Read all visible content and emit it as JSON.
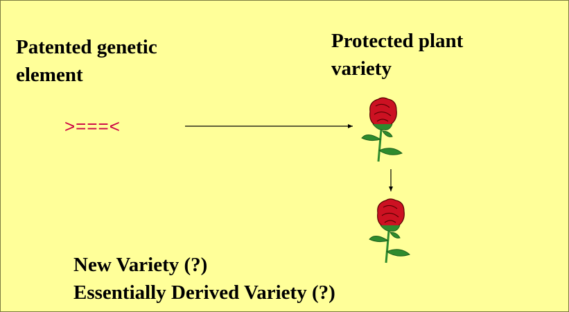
{
  "diagram": {
    "left_label_line1": "Patented genetic",
    "left_label_line2": "element",
    "right_label_line1": "Protected plant",
    "right_label_line2": "variety",
    "gene_symbol": ">===<",
    "bottom_line1": "New Variety (?)",
    "bottom_line2": "Essentially Derived Variety (?)",
    "icons": [
      "rose-icon",
      "rose-icon",
      "arrow-right",
      "arrow-down"
    ],
    "colors": {
      "background": "#ffff99",
      "gene_symbol": "#cc0044",
      "rose_bloom": "#cc1122",
      "rose_stem": "#2e8b2e"
    }
  }
}
